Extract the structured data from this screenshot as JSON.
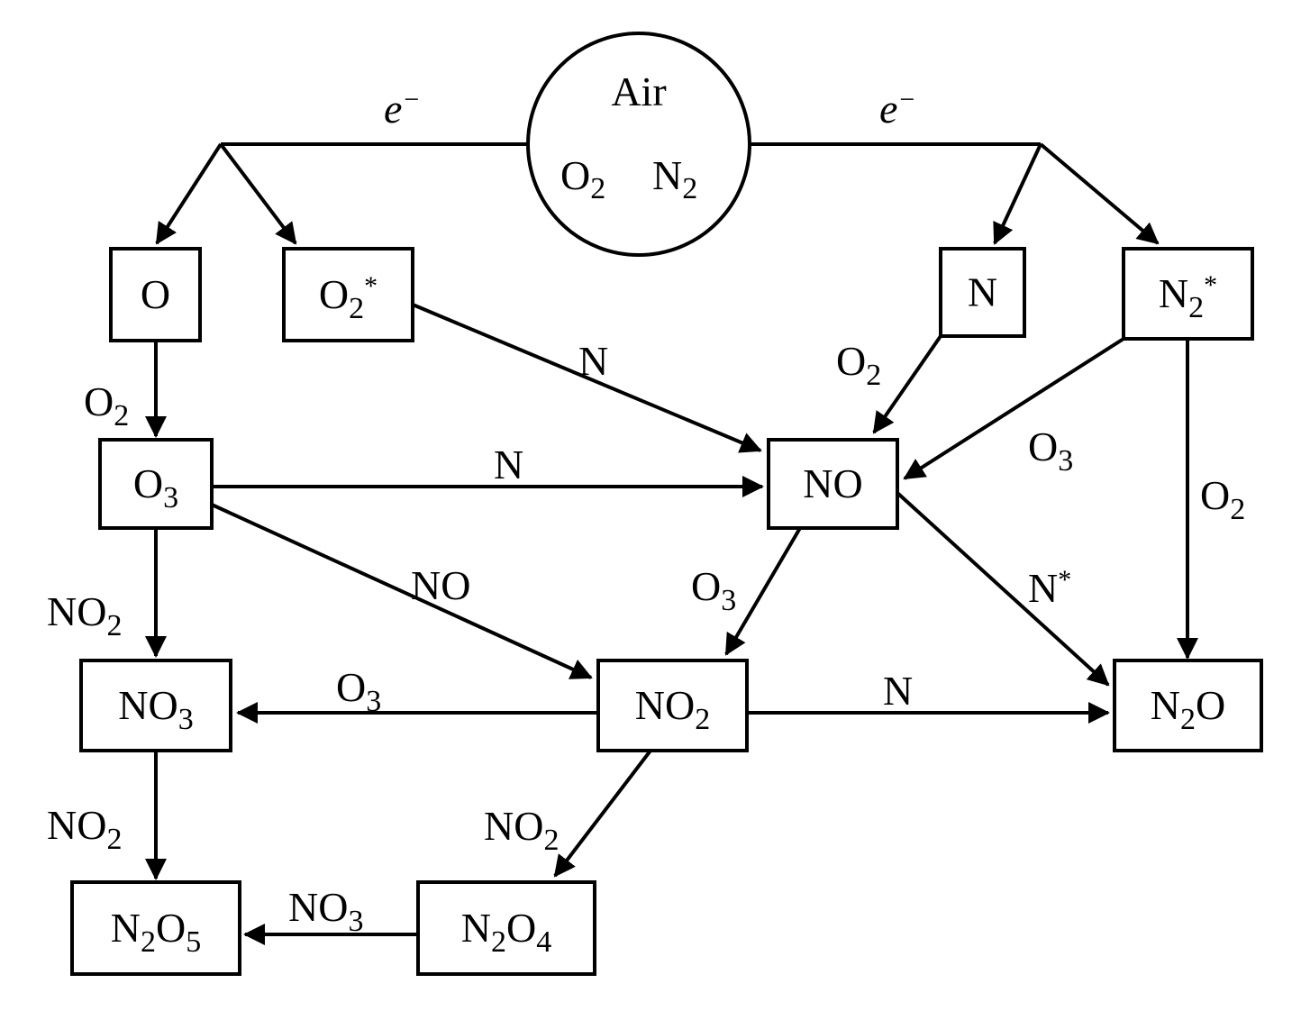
{
  "colors": {
    "stroke": "#000000",
    "background": "#ffffff"
  },
  "source": {
    "name": "Air",
    "species": [
      {
        "main": "O",
        "sub": "2"
      },
      {
        "main": "N",
        "sub": "2"
      }
    ]
  },
  "electron_label": {
    "main": "e",
    "sup": "−"
  },
  "nodes": {
    "O": {
      "parts": [
        {
          "t": "O"
        }
      ]
    },
    "O2s": {
      "parts": [
        {
          "t": "O"
        },
        {
          "t": "2",
          "k": "sub"
        },
        {
          "t": "*",
          "k": "sup"
        }
      ]
    },
    "N": {
      "parts": [
        {
          "t": "N"
        }
      ]
    },
    "N2s": {
      "parts": [
        {
          "t": "N"
        },
        {
          "t": "2",
          "k": "sub"
        },
        {
          "t": "*",
          "k": "sup"
        }
      ]
    },
    "O3": {
      "parts": [
        {
          "t": "O"
        },
        {
          "t": "3",
          "k": "sub"
        }
      ]
    },
    "NO": {
      "parts": [
        {
          "t": "NO"
        }
      ]
    },
    "NO3": {
      "parts": [
        {
          "t": "NO"
        },
        {
          "t": "3",
          "k": "sub"
        }
      ]
    },
    "NO2": {
      "parts": [
        {
          "t": "NO"
        },
        {
          "t": "2",
          "k": "sub"
        }
      ]
    },
    "N2O": {
      "parts": [
        {
          "t": "N"
        },
        {
          "t": "2",
          "k": "sub"
        },
        {
          "t": "O"
        }
      ]
    },
    "N2O5": {
      "parts": [
        {
          "t": "N"
        },
        {
          "t": "2",
          "k": "sub"
        },
        {
          "t": "O"
        },
        {
          "t": "5",
          "k": "sub"
        }
      ]
    },
    "N2O4": {
      "parts": [
        {
          "t": "N"
        },
        {
          "t": "2",
          "k": "sub"
        },
        {
          "t": "O"
        },
        {
          "t": "4",
          "k": "sub"
        }
      ]
    }
  },
  "edges": [
    {
      "id": "O-O3",
      "from": "O",
      "to": "O3",
      "parts": [
        {
          "t": "O"
        },
        {
          "t": "2",
          "k": "sub"
        }
      ]
    },
    {
      "id": "O2s-NO",
      "from": "O2s",
      "to": "NO",
      "parts": [
        {
          "t": "N"
        }
      ]
    },
    {
      "id": "O3-NO",
      "from": "O3",
      "to": "NO",
      "parts": [
        {
          "t": "N"
        }
      ]
    },
    {
      "id": "N-NO",
      "from": "N",
      "to": "NO",
      "parts": [
        {
          "t": "O"
        },
        {
          "t": "2",
          "k": "sub"
        }
      ]
    },
    {
      "id": "N2s-NO",
      "from": "N2s",
      "to": "NO",
      "parts": [
        {
          "t": "O"
        },
        {
          "t": "3",
          "k": "sub"
        }
      ]
    },
    {
      "id": "N2s-N2O",
      "from": "N2s",
      "to": "N2O",
      "parts": [
        {
          "t": "O"
        },
        {
          "t": "2",
          "k": "sub"
        }
      ]
    },
    {
      "id": "O3-NO3",
      "from": "O3",
      "to": "NO3",
      "parts": [
        {
          "t": "NO"
        },
        {
          "t": "2",
          "k": "sub"
        }
      ]
    },
    {
      "id": "O3-NO2",
      "from": "O3",
      "to": "NO2",
      "parts": [
        {
          "t": "NO"
        }
      ]
    },
    {
      "id": "NO-NO2",
      "from": "NO",
      "to": "NO2",
      "parts": [
        {
          "t": "O"
        },
        {
          "t": "3",
          "k": "sub"
        }
      ]
    },
    {
      "id": "NO-N2O",
      "from": "NO",
      "to": "N2O",
      "parts": [
        {
          "t": "N"
        },
        {
          "t": "*",
          "k": "sup"
        }
      ]
    },
    {
      "id": "NO2-NO3",
      "from": "NO2",
      "to": "NO3",
      "parts": [
        {
          "t": "O"
        },
        {
          "t": "3",
          "k": "sub"
        }
      ]
    },
    {
      "id": "NO2-N2O",
      "from": "NO2",
      "to": "N2O",
      "parts": [
        {
          "t": "N"
        }
      ]
    },
    {
      "id": "NO3-N2O5",
      "from": "NO3",
      "to": "N2O5",
      "parts": [
        {
          "t": "NO"
        },
        {
          "t": "2",
          "k": "sub"
        }
      ]
    },
    {
      "id": "NO2-N2O4",
      "from": "NO2",
      "to": "N2O4",
      "parts": [
        {
          "t": "NO"
        },
        {
          "t": "2",
          "k": "sub"
        }
      ]
    },
    {
      "id": "N2O4-N2O5",
      "from": "N2O4",
      "to": "N2O5",
      "parts": [
        {
          "t": "NO"
        },
        {
          "t": "3",
          "k": "sub"
        }
      ]
    }
  ]
}
